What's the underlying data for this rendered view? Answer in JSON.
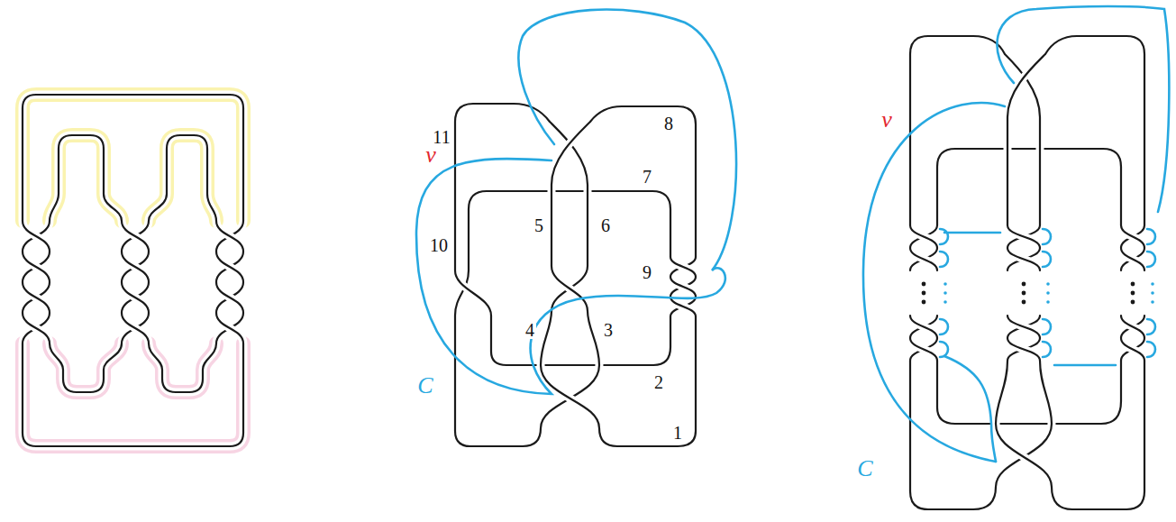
{
  "diagram": {
    "labels": [
      "11",
      "8",
      "v",
      "7",
      "5",
      "6",
      "10",
      "9",
      "4",
      "3",
      "2",
      "C",
      "1",
      "v",
      "C"
    ]
  }
}
